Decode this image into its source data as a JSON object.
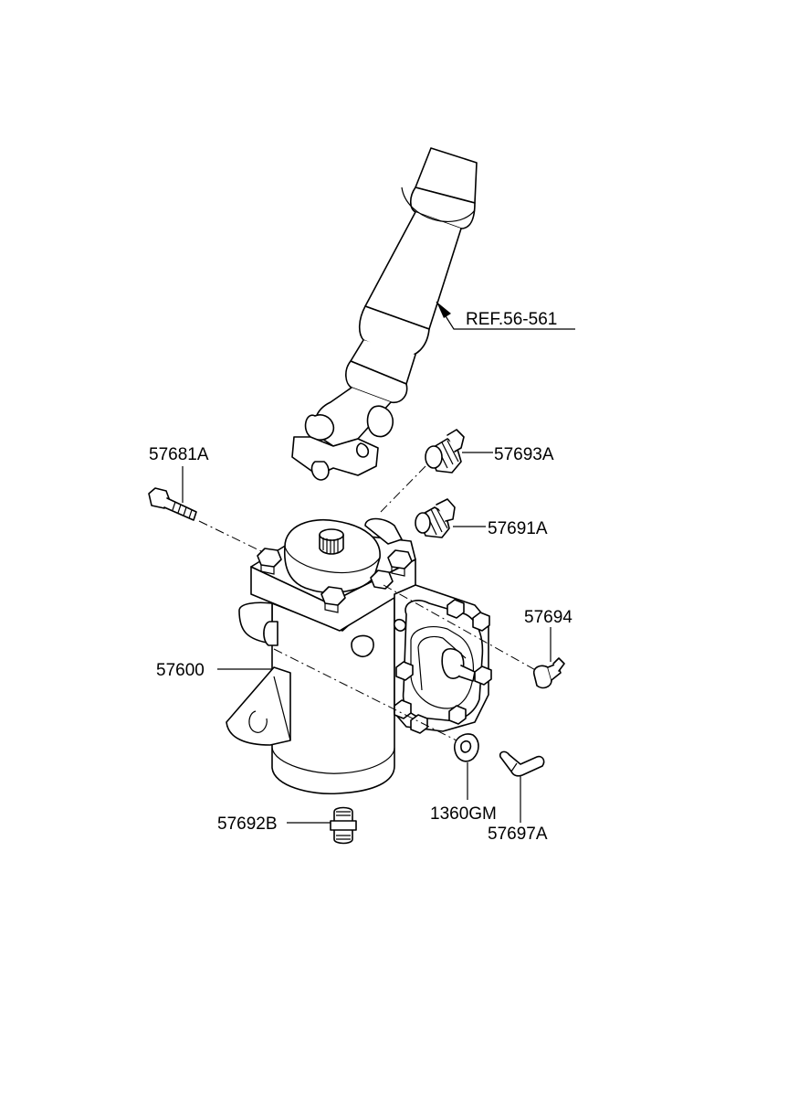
{
  "diagram": {
    "labels": {
      "ref": "REF.56-561",
      "p57681A": "57681A",
      "p57693A": "57693A",
      "p57691A": "57691A",
      "p57694": "57694",
      "p57600": "57600",
      "p1360GM": "1360GM",
      "p57697A": "57697A",
      "p57692B": "57692B"
    }
  }
}
